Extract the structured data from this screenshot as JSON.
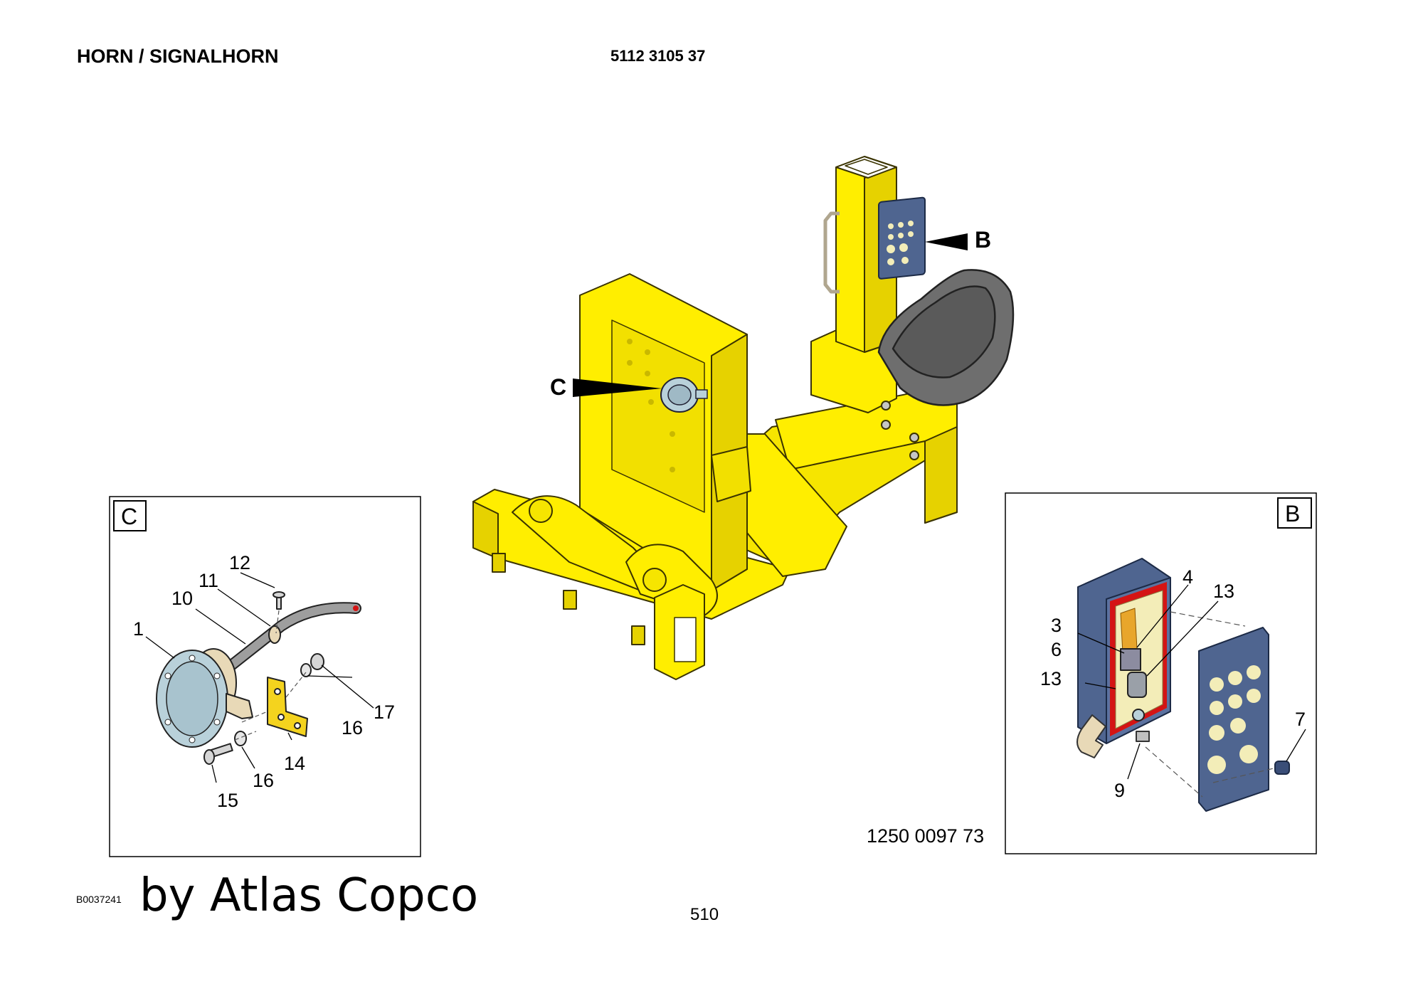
{
  "header": {
    "title": "HORN / SIGNALHORN",
    "doc_number": "5112 3105 37"
  },
  "main_view": {
    "callout_c": "C",
    "callout_b": "B"
  },
  "detail_c": {
    "frame_label": "C",
    "labels": {
      "p1": "1",
      "p10": "10",
      "p11": "11",
      "p12": "12",
      "p14": "14",
      "p15": "15",
      "p16a": "16",
      "p16b": "16",
      "p17": "17"
    }
  },
  "detail_b": {
    "frame_label": "B",
    "labels": {
      "p3": "3",
      "p4": "4",
      "p6": "6",
      "p7": "7",
      "p9": "9",
      "p13a": "13",
      "p13b": "13"
    }
  },
  "footer": {
    "figure_ref": "1250 0097 73",
    "image_id": "B0037241",
    "watermark": "by Atlas Copco",
    "page_number": "510"
  },
  "colors": {
    "frame_yellow": "#FFEE00",
    "panel_blue": "#4F6590",
    "seat_gray": "#6E6E6E",
    "cutout_cream": "#F3EDB8",
    "seal_red": "#D41414",
    "horn_blue": "#B9D1DA"
  }
}
